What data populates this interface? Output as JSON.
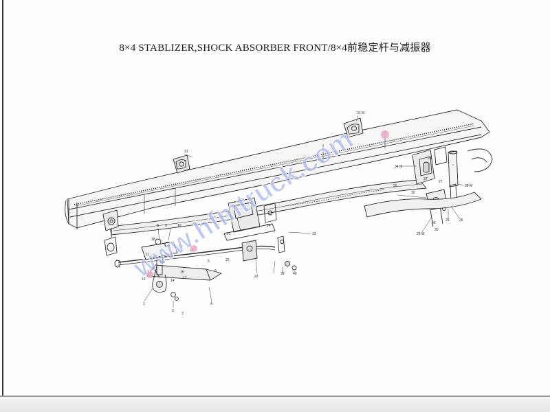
{
  "title": "8×4 STABLIZER,SHOCK ABSORBER FRONT/8×4前稳定杆与减振器",
  "watermark": "www.hfmtruck.com",
  "callouts": [
    {
      "id": "c31a",
      "text": "31"
    },
    {
      "id": "c31b",
      "text": "31 M"
    },
    {
      "id": "c1",
      "text": "1"
    },
    {
      "id": "c2",
      "text": "2"
    },
    {
      "id": "c3",
      "text": "3"
    },
    {
      "id": "c4",
      "text": "4"
    },
    {
      "id": "c5",
      "text": "5"
    },
    {
      "id": "c6",
      "text": "6"
    },
    {
      "id": "c7",
      "text": "7"
    },
    {
      "id": "c8",
      "text": "8"
    },
    {
      "id": "c9",
      "text": "9"
    },
    {
      "id": "c10",
      "text": "10"
    },
    {
      "id": "c11",
      "text": "11"
    },
    {
      "id": "c12",
      "text": "12"
    },
    {
      "id": "c13",
      "text": "13"
    },
    {
      "id": "c14",
      "text": "14"
    },
    {
      "id": "c15",
      "text": "15"
    },
    {
      "id": "c16",
      "text": "16"
    },
    {
      "id": "c17",
      "text": "17"
    },
    {
      "id": "c18",
      "text": "18"
    },
    {
      "id": "c19",
      "text": "19"
    },
    {
      "id": "c20",
      "text": "20"
    },
    {
      "id": "c21",
      "text": "21"
    },
    {
      "id": "c22",
      "text": "22"
    },
    {
      "id": "c23",
      "text": "23"
    },
    {
      "id": "c24",
      "text": "24"
    },
    {
      "id": "c25",
      "text": "25"
    },
    {
      "id": "c26",
      "text": "26"
    },
    {
      "id": "c27",
      "text": "27"
    },
    {
      "id": "c28",
      "text": "28 M"
    },
    {
      "id": "c29",
      "text": "29"
    },
    {
      "id": "c30",
      "text": "30"
    },
    {
      "id": "c32",
      "text": "32"
    },
    {
      "id": "c33",
      "text": "33"
    },
    {
      "id": "c34",
      "text": "34 M"
    },
    {
      "id": "c35",
      "text": "35"
    },
    {
      "id": "c36",
      "text": "36"
    },
    {
      "id": "c37",
      "text": "37"
    },
    {
      "id": "c38",
      "text": "38 M"
    },
    {
      "id": "c39",
      "text": "39"
    },
    {
      "id": "c40",
      "text": "40"
    }
  ]
}
